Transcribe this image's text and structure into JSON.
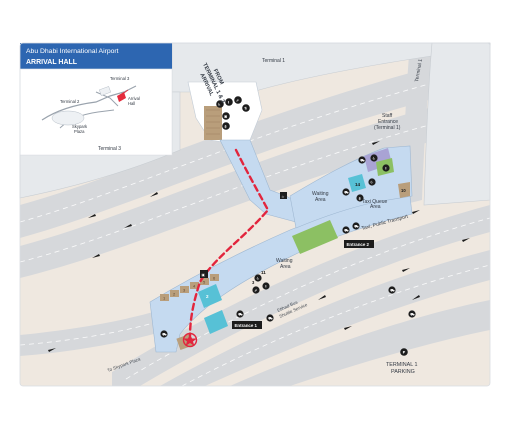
{
  "title": {
    "line1": "Abu Dhabi International Airport",
    "line2": "ARRIVAL HALL"
  },
  "inset": {
    "labels": {
      "terminal3_top": "Terminal 3",
      "terminal2": "Terminal 2",
      "arrival_hall_line1": "Arrival",
      "arrival_hall_line2": "Hall",
      "skypark_line1": "Skypark",
      "skypark_line2": "Plaza",
      "terminal3_bottom": "Terminal 3"
    },
    "highlight_color": "#e52b3c"
  },
  "labels": {
    "terminal1_top": "Terminal 1",
    "terminal1_right": "Terminal 1",
    "from_terminal_line1": "FROM",
    "from_terminal_line2": "TERMINAL 1 & 3",
    "from_terminal_line3": "ARRIVAL",
    "staff_entrance_line1": "Staff",
    "staff_entrance_line2": "Entrance",
    "staff_entrance_line3": "(Terminal 1)",
    "waiting_area_top": "Waiting",
    "waiting_area_top2": "Area",
    "taxi_queue_line1": "Taxi Queue",
    "taxi_queue_line2": "Area",
    "taxi_public_transport": "Taxi, Public Transport",
    "waiting_area_mid": "Waiting",
    "waiting_area_mid2": "Area",
    "etihad_bus_line1": "Etihad Bus",
    "etihad_bus_line2": "Shuttle Service",
    "to_skypark": "To Skypark Plaza",
    "parking_line1": "TERMINAL 1",
    "parking_line2": "PARKING"
  },
  "entrances": {
    "entrance1": "Entrance 1",
    "entrance2": "Entrance 2"
  },
  "service_numbers": {
    "n14": "14",
    "n11": "11",
    "n10": "10",
    "n2": "2",
    "n3": "3"
  },
  "counters": [
    "1",
    "2",
    "3",
    "4",
    "5",
    "6"
  ],
  "colors": {
    "hall_floor": "#c5daf0",
    "road": "#d6d8db",
    "ground": "#efe8e0",
    "building": "#e6e9ec",
    "route_dash": "#e2253d",
    "title_bg": "#2d66b1",
    "green_zone": "#8cc063",
    "purple_zone": "#a9a3d4",
    "teal_zone": "#57c1d6",
    "counter_brown": "#b99e7b",
    "you_are_here": "#e2253d"
  },
  "icon_names": [
    "toilets-icon",
    "escalator-icon",
    "information-icon",
    "atm-icon",
    "taxi-icon",
    "bus-icon",
    "parking-icon",
    "you-are-here-icon",
    "elevator-icon",
    "cafe-icon",
    "car-rental-icon",
    "currency-exchange-icon",
    "baggage-icon",
    "prayer-room-icon"
  ]
}
